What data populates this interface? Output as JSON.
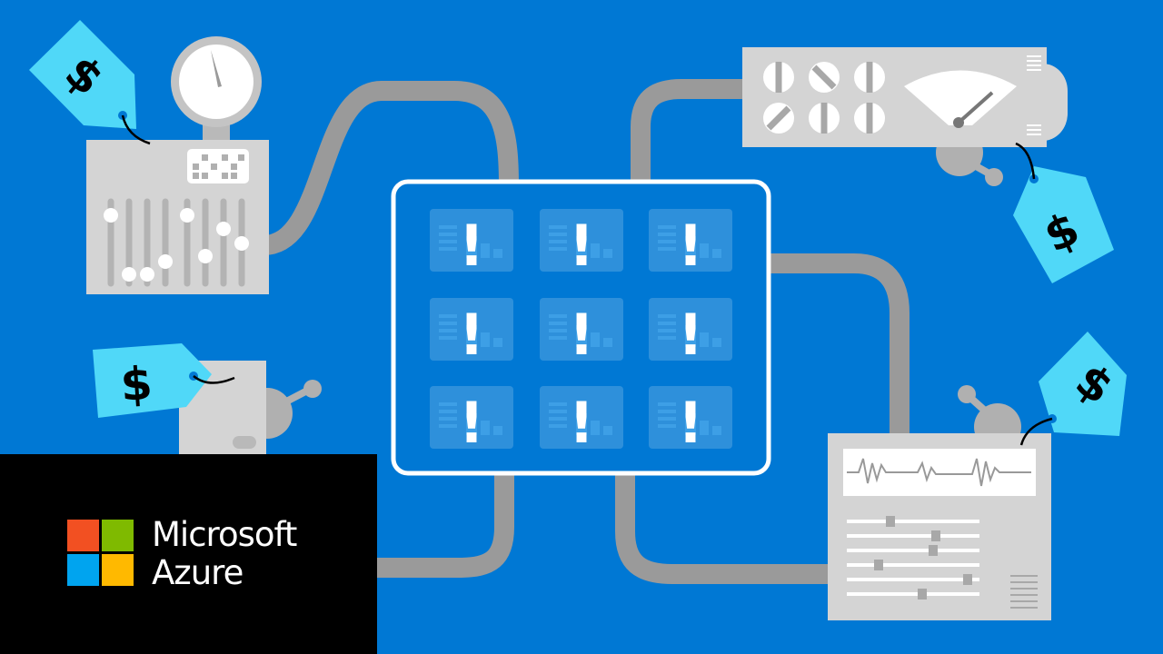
{
  "colors": {
    "background": "#0078d4",
    "pipe": "#9a9a9a",
    "machine": "#d4d4d4",
    "price_tag": "#50d8f8",
    "logo_red": "#f25022",
    "logo_green": "#7fba00",
    "logo_blue": "#00a4ef",
    "logo_yellow": "#ffb900"
  },
  "price_tags": [
    {
      "symbol": "$"
    },
    {
      "symbol": "$"
    },
    {
      "symbol": "$"
    },
    {
      "symbol": "$"
    }
  ],
  "dashboard": {
    "tiles": [
      {
        "icon": "bar-list-chart",
        "alert": "!"
      },
      {
        "icon": "line-chart",
        "alert": "!"
      },
      {
        "icon": "table-bar-chart",
        "alert": "!"
      },
      {
        "icon": "table-bar-chart",
        "alert": "!"
      },
      {
        "icon": "bar-pie-chart",
        "alert": "!"
      },
      {
        "icon": "combo-chart",
        "alert": "!"
      },
      {
        "icon": "combo-chart",
        "alert": "!"
      },
      {
        "icon": "bar-list-chart",
        "alert": "!"
      },
      {
        "icon": "table-bar-chart",
        "alert": "!"
      }
    ]
  },
  "logo": {
    "line1": "Microsoft",
    "line2": "Azure"
  }
}
